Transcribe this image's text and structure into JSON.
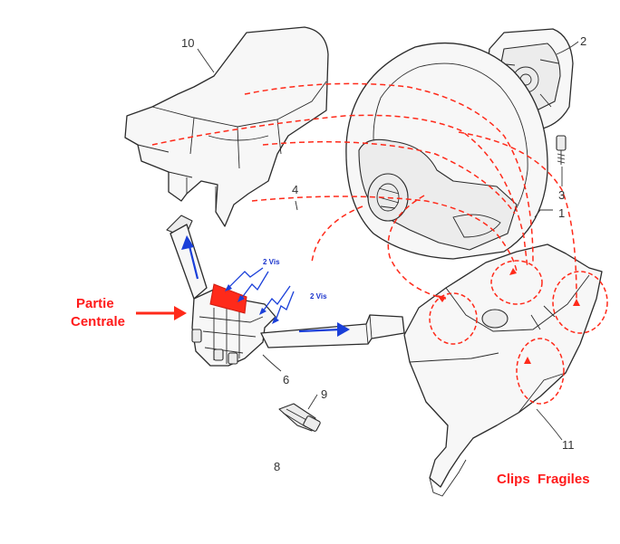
{
  "callouts": {
    "n1": "1",
    "n2": "2",
    "n3": "3",
    "n4": "4",
    "n6": "6",
    "n8": "8",
    "n9": "9",
    "n10": "10",
    "n11": "11"
  },
  "labels": {
    "partie_line1": "Partie",
    "partie_line2": "Centrale",
    "vis_left": "2 Vis",
    "vis_right": "2 Vis",
    "clips_fragiles": "Clips  Fragiles"
  },
  "colors": {
    "accent_red": "#ff2a1a",
    "arrow_blue": "#1a3fd9",
    "line_art": "#2b2b2b"
  }
}
